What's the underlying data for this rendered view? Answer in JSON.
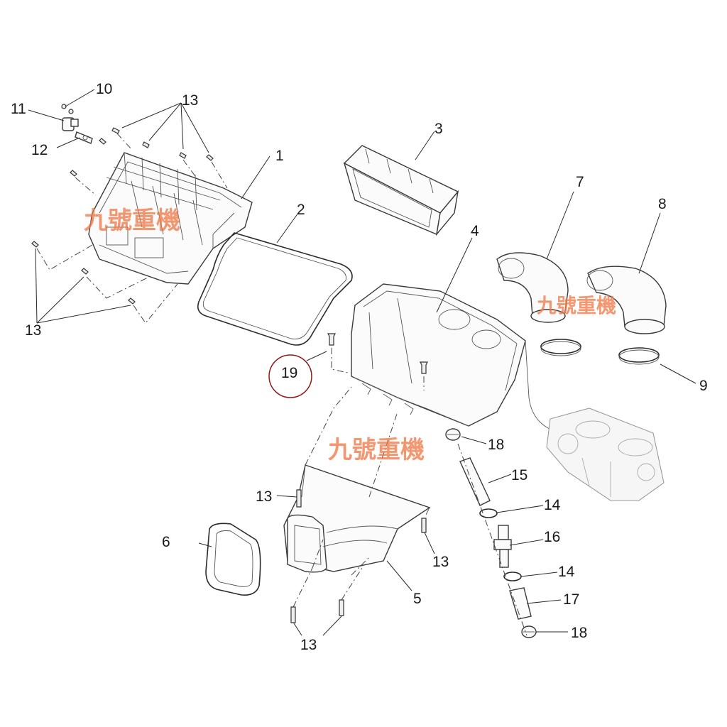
{
  "diagram": {
    "callouts": {
      "c1": "1",
      "c2": "2",
      "c3": "3",
      "c4": "4",
      "c5": "5",
      "c6": "6",
      "c7": "7",
      "c8": "8",
      "c9": "9",
      "c10": "10",
      "c11": "11",
      "c12": "12",
      "c13a": "13",
      "c13b": "13",
      "c13c": "13",
      "c13d": "13",
      "c13e": "13",
      "c14a": "14",
      "c14b": "14",
      "c15": "15",
      "c16": "16",
      "c17": "17",
      "c18a": "18",
      "c18b": "18",
      "c19": "19"
    },
    "highlighted_callout": "19",
    "highlight_color": "#8b1a1a"
  },
  "watermarks": {
    "w1": "九號重機",
    "w2": "九號重機",
    "w3": "九號重機"
  },
  "colors": {
    "watermark": "#f07a4a",
    "line": "#3a3a3a"
  }
}
